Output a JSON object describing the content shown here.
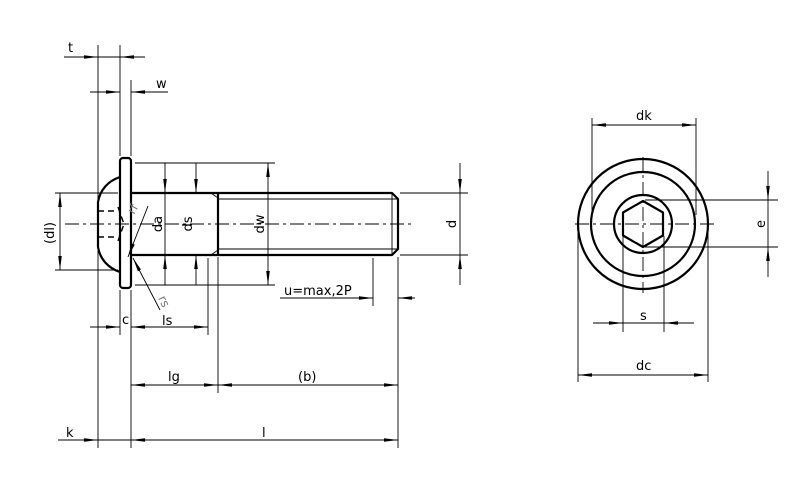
{
  "title": "Button head socket screw with flange - dimension drawing",
  "labels": {
    "t": "t",
    "w": "w",
    "dl": "(dl)",
    "da": "da",
    "ds": "ds",
    "dw": "dw",
    "d": "d",
    "rf": "rf",
    "rs": "rs",
    "c": "c",
    "ls": "ls",
    "u": "u=max,2P",
    "lg": "lg",
    "b": "(b)",
    "k": "k",
    "l": "l",
    "dk": "dk",
    "e": "e",
    "s": "s",
    "dc": "dc"
  }
}
